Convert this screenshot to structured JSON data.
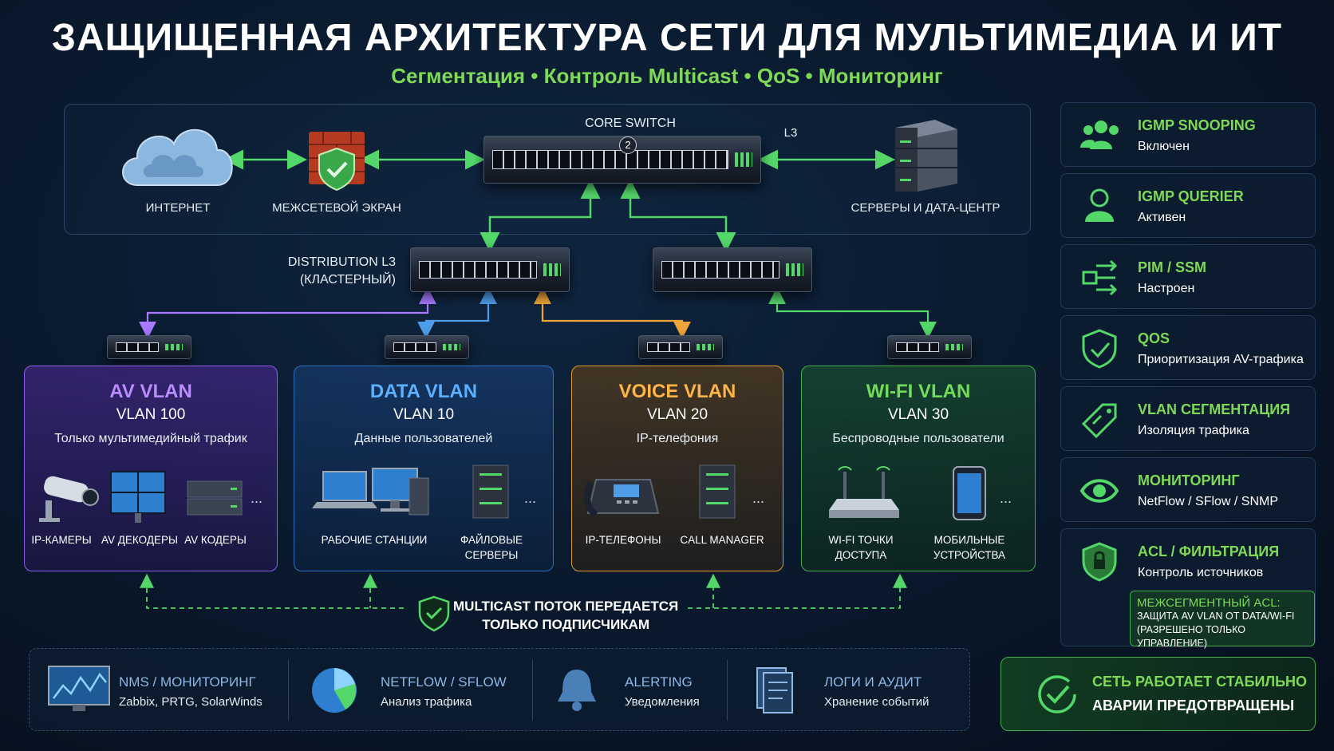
{
  "header": {
    "title": "ЗАЩИЩЕННАЯ АРХИТЕКТУРА СЕТИ ДЛЯ МУЛЬТИМЕДИА И ИТ",
    "subtitle": "Сегментация • Контроль Multicast • QoS • Мониторинг"
  },
  "top": {
    "internet": "ИНТЕРНЕТ",
    "firewall": "МЕЖСЕТЕВОЙ ЭКРАН",
    "core": "CORE SWITCH",
    "core_badge": "2",
    "l3": "L3",
    "servers": "СЕРВЕРЫ И ДАТА-ЦЕНТР"
  },
  "distribution": {
    "line1": "DISTRIBUTION L3",
    "line2": "(КЛАСТЕРНЫЙ)"
  },
  "vlans": [
    {
      "name": "AV VLAN",
      "id": "VLAN 100",
      "desc": "Только мультимедийный трафик",
      "color": "#b98cff",
      "devices": [
        "IP-КАМЕРЫ",
        "AV ДЕКОДЕРЫ",
        "AV КОДЕРЫ"
      ]
    },
    {
      "name": "DATA VLAN",
      "id": "VLAN 10",
      "desc": "Данные пользователей",
      "color": "#5cb0ff",
      "devices": [
        "РАБОЧИЕ СТАНЦИИ",
        "ФАЙЛОВЫЕ СЕРВЕРЫ"
      ]
    },
    {
      "name": "VOICE VLAN",
      "id": "VLAN 20",
      "desc": "IP-телефония",
      "color": "#ffb547",
      "devices": [
        "IP-ТЕЛЕФОНЫ",
        "CALL MANAGER"
      ]
    },
    {
      "name": "WI-FI VLAN",
      "id": "VLAN 30",
      "desc": "Беспроводные пользователи",
      "color": "#72dc5a",
      "devices": [
        "WI-FI ТОЧКИ ДОСТУПА",
        "МОБИЛЬНЫЕ УСТРОЙСТВА"
      ]
    }
  ],
  "ellipsis": "...",
  "multicast": {
    "line1": "MULTICAST ПОТОК ПЕРЕДАЕТСЯ",
    "line2": "ТОЛЬКО ПОДПИСЧИКАМ"
  },
  "tools": [
    {
      "name": "NMS / МОНИТОРИНГ",
      "desc": "Zabbix, PRTG, SolarWinds",
      "icon": "monitor-chart-icon"
    },
    {
      "name": "NETFLOW / SFLOW",
      "desc": "Анализ трафика",
      "icon": "pie-chart-icon"
    },
    {
      "name": "ALERTING",
      "desc": "Уведомления",
      "icon": "bell-icon"
    },
    {
      "name": "ЛОГИ И АУДИТ",
      "desc": "Хранение событий",
      "icon": "document-log-icon"
    }
  ],
  "features": [
    {
      "name": "IGMP SNOOPING",
      "desc": "Включен",
      "icon": "users-group-icon"
    },
    {
      "name": "IGMP QUERIER",
      "desc": "Активен",
      "icon": "user-icon"
    },
    {
      "name": "PIM / SSM",
      "desc": "Настроен",
      "icon": "routing-arrows-icon"
    },
    {
      "name": "QOS",
      "desc": "Приоритизация AV-трафика",
      "icon": "shield-gauge-icon"
    },
    {
      "name": "VLAN СЕГМЕНТАЦИЯ",
      "desc": "Изоляция трафика",
      "icon": "tag-icon"
    },
    {
      "name": "МОНИТОРИНГ",
      "desc": "NetFlow / SFlow / SNMP",
      "icon": "eye-icon"
    },
    {
      "name": "ACL / ФИЛЬТРАЦИЯ",
      "desc": "Контроль источников",
      "icon": "shield-lock-icon"
    }
  ],
  "acl_note": {
    "title": "МЕЖСЕГМЕНТНЫЙ ACL:",
    "line1": "ЗАЩИТА AV VLAN ОТ DATA/WI-FI",
    "line2": "(РАЗРЕШЕНО ТОЛЬКО УПРАВЛЕНИЕ)"
  },
  "status": {
    "line1": "СЕТЬ РАБОТАЕТ СТАБИЛЬНО",
    "line2": "АВАРИИ ПРЕДОТВРАЩЕНЫ"
  },
  "colors": {
    "accent_green": "#7ed957",
    "av": "#8d5cf0",
    "data": "#2f6fbf",
    "voice": "#e09b2d",
    "wifi": "#3fae4b"
  }
}
